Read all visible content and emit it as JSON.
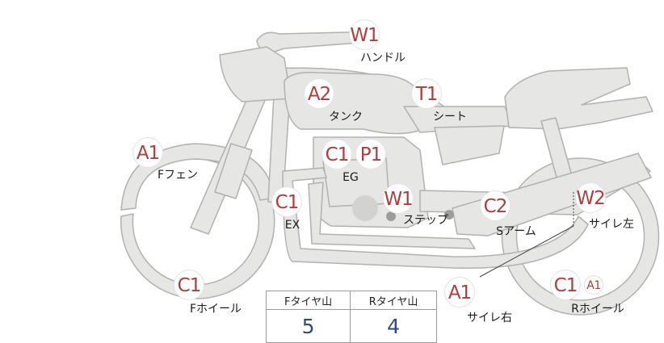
{
  "parts": [
    {
      "id": "handle",
      "code": "W1",
      "label": "ハンドル"
    },
    {
      "id": "tank",
      "code": "A2",
      "label": "タンク"
    },
    {
      "id": "seat",
      "code": "T1",
      "label": "シート"
    },
    {
      "id": "front-fender",
      "code": "A1",
      "label": "Fフェン"
    },
    {
      "id": "engine",
      "codes": [
        "C1",
        "P1"
      ],
      "label": "EG"
    },
    {
      "id": "exhaust",
      "code": "C1",
      "label": "EX"
    },
    {
      "id": "step",
      "code": "W1",
      "label": "ステップ"
    },
    {
      "id": "swing-arm",
      "code": "C2",
      "label": "Sアーム"
    },
    {
      "id": "muffler-left",
      "code": "W2",
      "label": "サイレ左"
    },
    {
      "id": "front-wheel",
      "code": "C1",
      "label": "Fホイール"
    },
    {
      "id": "muffler-right",
      "code": "A1",
      "label": "サイレ右"
    },
    {
      "id": "rear-wheel",
      "codes": [
        "C1",
        "A1"
      ],
      "label": "Rホイール"
    }
  ],
  "tire_table": {
    "headers": [
      "Fタイヤ山",
      "Rタイヤ山"
    ],
    "values": [
      "5",
      "4"
    ]
  },
  "colors": {
    "code_red": "#b23b3b",
    "value_blue": "#2c4a86",
    "bike_fill": "#e6e7e5",
    "bike_stroke": "#b0b2ae"
  }
}
